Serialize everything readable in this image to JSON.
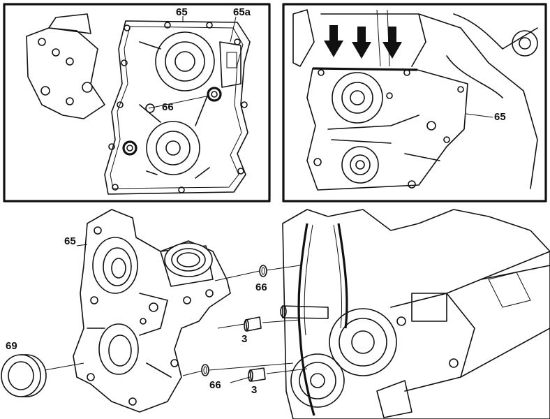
{
  "panels": {
    "top_left": {
      "labels": {
        "cover": "65",
        "cover_alt": "65a",
        "bolt": "66"
      }
    },
    "top_right": {
      "labels": {
        "cover": "65"
      }
    },
    "bottom": {
      "labels": {
        "cover": "65",
        "oring_upper": "66",
        "oring_lower": "66",
        "sleeve_upper": "3",
        "sleeve_lower": "3",
        "seal": "69"
      }
    }
  },
  "colors": {
    "ink": "#111111",
    "paper": "#ffffff"
  },
  "icons": {
    "arrow": "down-arrow-icon"
  }
}
